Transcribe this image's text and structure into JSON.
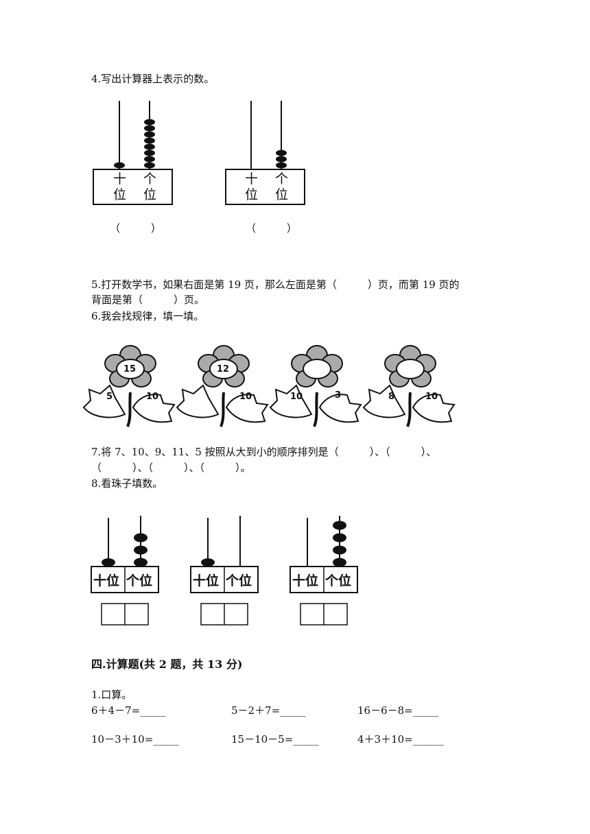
{
  "q4": {
    "title": "4.写出计算器上表示的数。",
    "abacus_labels": {
      "tens_top": "十",
      "tens_bottom": "位",
      "ones_top": "个",
      "ones_bottom": "位"
    },
    "abaci": [
      {
        "tens_beads": 1,
        "ones_beads": 8,
        "answer": "（　　　）"
      },
      {
        "tens_beads": 0,
        "ones_beads": 3,
        "answer": "（　　　）"
      }
    ]
  },
  "q5": {
    "line1": "5.打开数学书，如果右面是第 19 页，那么左面是第（　　　）页，而第 19 页的",
    "line2": "背面是第（　　　）页。"
  },
  "q6": {
    "title": "6.我会找规律，填一填。",
    "flowers": [
      {
        "top": "15",
        "left": "5",
        "right": "10"
      },
      {
        "top": "12",
        "left": "",
        "right": "10"
      },
      {
        "top": "",
        "left": "10",
        "right": "3"
      },
      {
        "top": "",
        "left": "8",
        "right": "10"
      }
    ]
  },
  "q7": {
    "line1": "7.将 7、10、9、11、5 按照从大到小的顺序排列是（　　　）、（　　　）、",
    "line2": "（　　　）、（　　　）、（　　　）。"
  },
  "q8": {
    "title": "8.看珠子填数。",
    "tens_label": "十位",
    "ones_label": "个位",
    "abaci": [
      {
        "tens_beads": 1,
        "ones_beads": 3
      },
      {
        "tens_beads": 1,
        "ones_beads": 0
      },
      {
        "tens_beads": 0,
        "ones_beads": 4
      }
    ]
  },
  "section4": {
    "title": "四.计算题(共 2 题，共 13 分)",
    "q1_title": "1.口算。",
    "problems": [
      "6＋4－7=_____",
      "5－2＋7=_____",
      "16－6－8=_____",
      "10－3＋10=_____",
      "15－10－5=_____",
      "4＋3＋10=______"
    ]
  }
}
